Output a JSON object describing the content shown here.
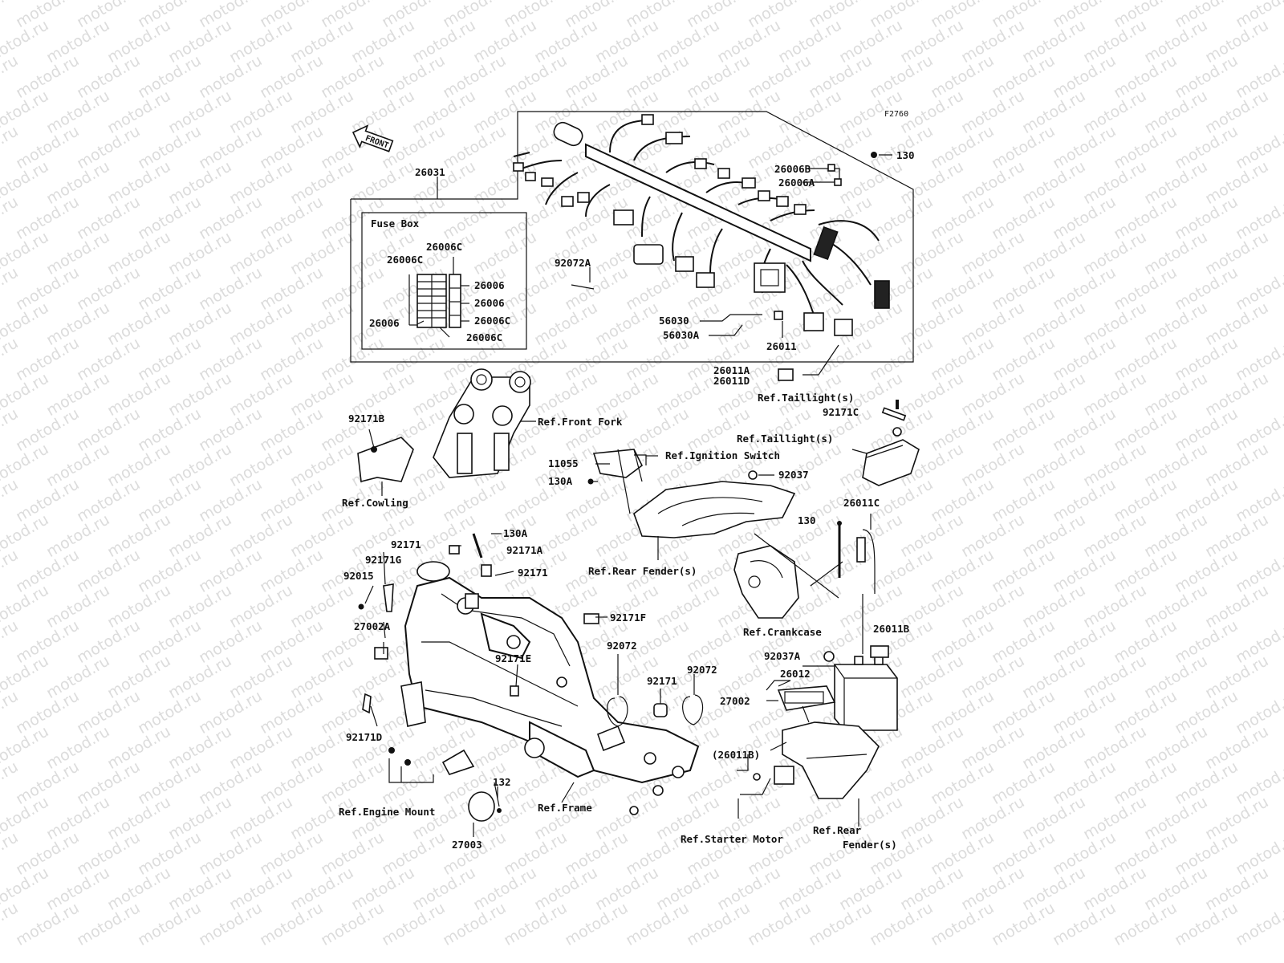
{
  "watermark": {
    "text": "motod.ru"
  },
  "figure": {
    "code": "F2760",
    "front_label": "FRONT"
  },
  "fuse_box": {
    "title": "Fuse Box",
    "labels": [
      "26006C",
      "26006C",
      "26006",
      "26006",
      "26006",
      "26006C",
      "26006C"
    ]
  },
  "harness_labels": [
    "26031",
    "92072A",
    "56030",
    "56030A",
    "26011",
    "26006B",
    "26006A",
    "130",
    "26011A",
    "26011D"
  ],
  "left_labels": [
    "92171B",
    "Ref.Front Fork",
    "Ref.Cowling",
    "11055",
    "130A",
    "Ref.Ignition Switch",
    "92037",
    "Ref.Rear Fender(s)"
  ],
  "right_labels": [
    "Ref.Taillight(s)",
    "92171C",
    "Ref.Taillight(s)",
    "130",
    "26011C",
    "Ref.Crankcase",
    "26011B",
    "92037A",
    "26012",
    "27002",
    "(26011B)",
    "Ref.Starter Motor",
    "Ref.Rear",
    "Fender(s)"
  ],
  "frame_labels": [
    "92171",
    "130A",
    "92171A",
    "92171G",
    "92015",
    "92171",
    "92171F",
    "27002A",
    "92072",
    "92171E",
    "92072",
    "92171",
    "92171D",
    "132",
    "Ref.Frame",
    "Ref.Engine Mount",
    "27003"
  ]
}
